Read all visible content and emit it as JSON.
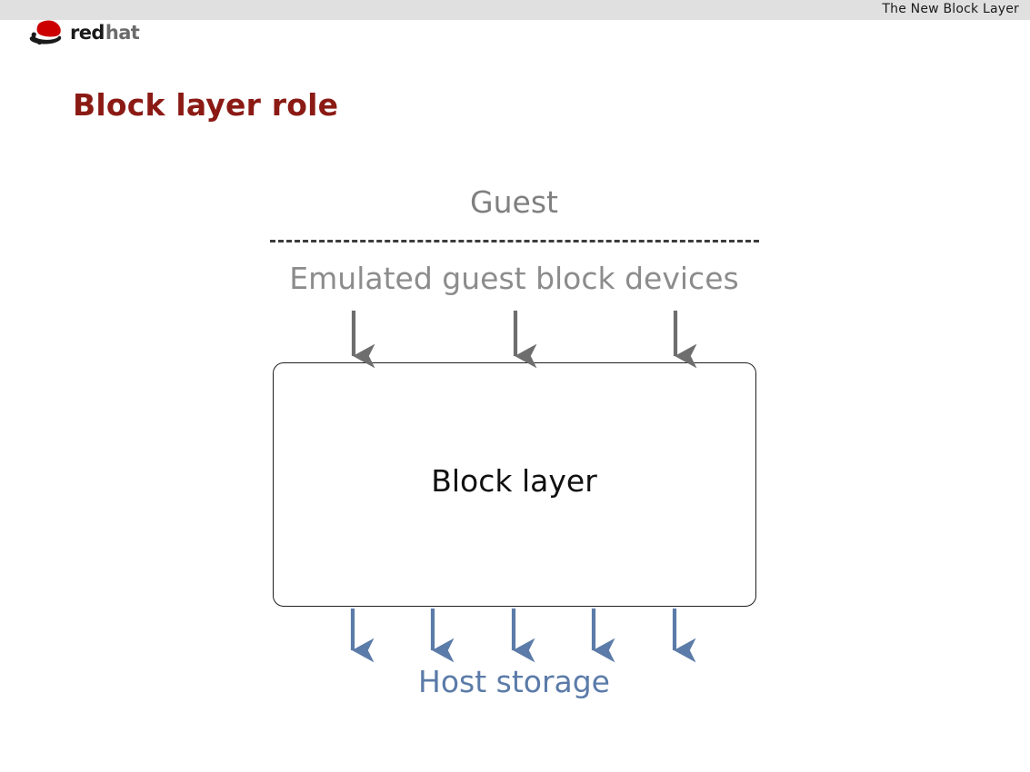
{
  "header": {
    "running_title": "The New Block Layer"
  },
  "branding": {
    "logo_word_primary": "red",
    "logo_word_secondary": "hat",
    "logo_mark_name": "redhat-shadowman-icon",
    "logo_mark_color": "#cc0000"
  },
  "slide": {
    "title": "Block layer role",
    "title_color": "#8b1a14"
  },
  "diagram": {
    "labels": {
      "guest": "Guest",
      "emulated_devices": "Emulated guest block devices",
      "block_layer": "Block layer",
      "host_storage": "Host storage"
    },
    "colors": {
      "guest_text": "#808080",
      "emulated_text": "#8c8c8c",
      "block_layer_text": "#101010",
      "host_storage_text": "#5b7ba8",
      "top_arrows": "#6e6e6e",
      "bottom_arrows": "#5b7ba8",
      "box_border": "#1f1f1f",
      "dashed_divider": "#3c3c3c"
    },
    "top_arrow_count": 3,
    "bottom_arrow_count": 5
  }
}
